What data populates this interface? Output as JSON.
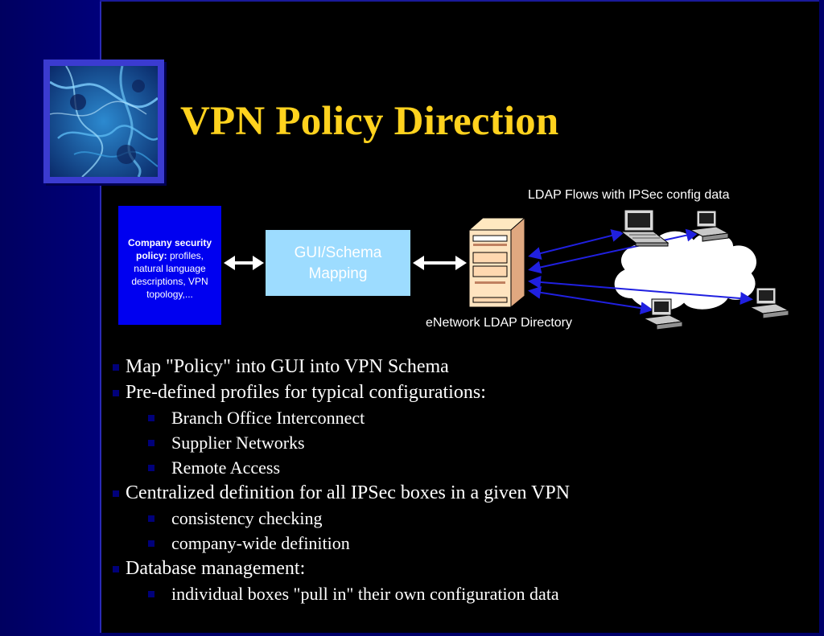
{
  "slide": {
    "title": "VPN Policy Direction"
  },
  "diagram": {
    "policy_box": {
      "bold_text": "Company security policy:",
      "text": " profiles, natural language descriptions, VPN topology,..."
    },
    "gui_box": {
      "line1": "GUI/Schema",
      "line2": "Mapping"
    },
    "ldap_flows_label": "LDAP Flows with IPSec config data",
    "directory_label": "eNetwork LDAP Directory"
  },
  "bullets": [
    {
      "text": "Map \"Policy\" into GUI into VPN Schema",
      "sub": []
    },
    {
      "text": "Pre-defined profiles for typical configurations:",
      "sub": [
        "Branch Office Interconnect",
        "Supplier Networks",
        "Remote Access"
      ]
    },
    {
      "text": "Centralized definition for all IPSec boxes in a given VPN",
      "sub": [
        "consistency checking",
        "company-wide definition"
      ]
    },
    {
      "text": "Database management:",
      "sub": [
        "individual boxes \"pull in\" their own configuration data"
      ]
    }
  ],
  "colors": {
    "title": "#ffd21e",
    "policy_box": "#0000f0",
    "gui_box": "#9ddcff",
    "background": "#000000",
    "sidebar": "#00007a"
  },
  "icons": [
    "textured-thumbnail-image",
    "server-tower-icon",
    "cloud-icon",
    "laptop-icon",
    "workstation-icon"
  ]
}
